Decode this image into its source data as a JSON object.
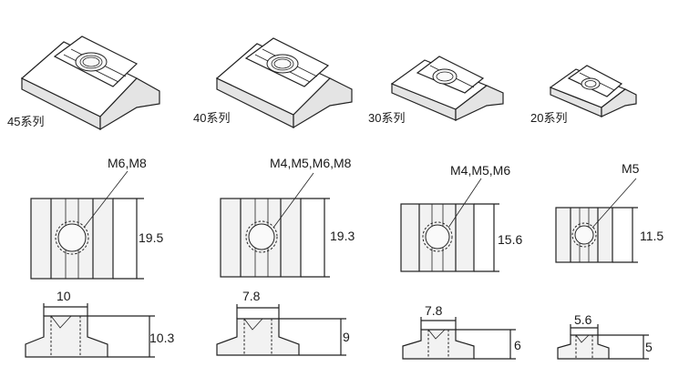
{
  "colors": {
    "line": "#222222",
    "fill": "#f2f2f2",
    "background": "#ffffff"
  },
  "nuts": [
    {
      "series": "45系列",
      "thread": "M6,M8",
      "height_view": "19.5",
      "width_dim": "10",
      "depth_dim": "10.3"
    },
    {
      "series": "40系列",
      "thread": "M4,M5,M6,M8",
      "height_view": "19.3",
      "width_dim": "7.8",
      "depth_dim": "9"
    },
    {
      "series": "30系列",
      "thread": "M4,M5,M6",
      "height_view": "15.6",
      "width_dim": "7.8",
      "depth_dim": "6"
    },
    {
      "series": "20系列",
      "thread": "M5",
      "height_view": "11.5",
      "width_dim": "5.6",
      "depth_dim": "5"
    }
  ]
}
